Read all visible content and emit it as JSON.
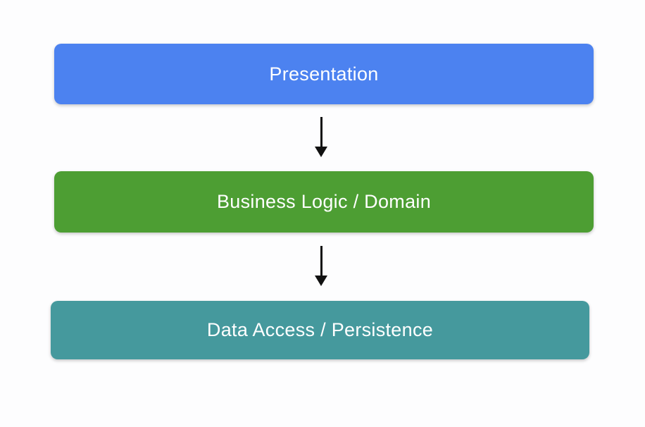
{
  "diagram": {
    "background_color": "#FDFDFE",
    "text_color": "#FFFFFF",
    "arrow_color": "#111111",
    "layers": [
      {
        "label": "Presentation",
        "color": "#4C82F0"
      },
      {
        "label": "Business Logic / Domain",
        "color": "#4D9E33"
      },
      {
        "label": "Data Access / Persistence",
        "color": "#45999D"
      }
    ],
    "connectors": [
      {
        "from": "Presentation",
        "to": "Business Logic / Domain",
        "direction": "down"
      },
      {
        "from": "Business Logic / Domain",
        "to": "Data Access / Persistence",
        "direction": "down"
      }
    ]
  }
}
